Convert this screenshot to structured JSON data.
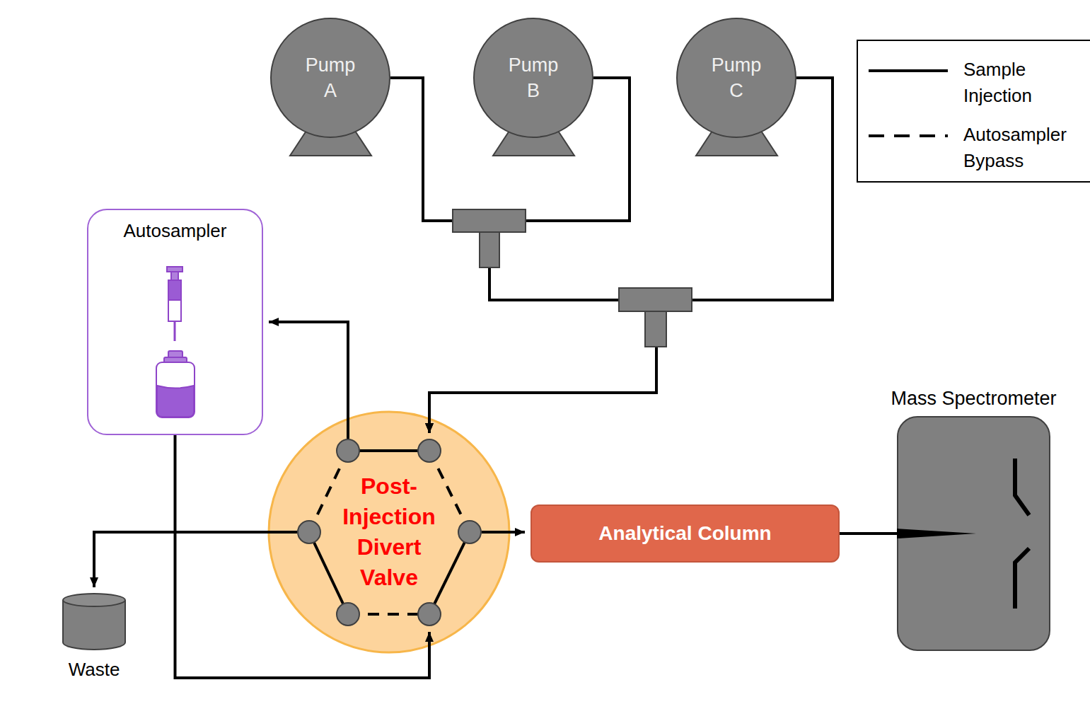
{
  "diagram": {
    "nodes": [
      {
        "text": [
          "Pump A"
        ]
      },
      {
        "text": [
          "Pump B"
        ]
      },
      {
        "text": [
          "Pump C"
        ]
      },
      {
        "text": [
          "Autosampler"
        ]
      },
      {
        "text": [
          "Mass Spectrometer"
        ]
      },
      {
        "text": [
          "Post- Injection Divert Valve"
        ]
      },
      {
        "text": [
          "Analytical Column"
        ]
      },
      {
        "text": [
          "Waste"
        ]
      }
    ],
    "edges": [
      {
        "from": 0,
        "to": 5,
        "arrow": "to"
      },
      {
        "from": 1,
        "to": 5,
        "arrow": "to"
      },
      {
        "from": 2,
        "to": 5,
        "arrow": "to"
      },
      {
        "from": 5,
        "to": 3,
        "arrow": "to"
      },
      {
        "from": 3,
        "to": 5,
        "arrow": "to"
      },
      {
        "from": 5,
        "to": 7,
        "arrow": "to"
      },
      {
        "from": 5,
        "to": 6,
        "arrow": "to"
      },
      {
        "from": 6,
        "to": 4,
        "arrow": "to"
      }
    ],
    "legend": [
      {
        "text": "Sample Injection"
      },
      {
        "text": "Autosampler Bypass"
      }
    ]
  }
}
